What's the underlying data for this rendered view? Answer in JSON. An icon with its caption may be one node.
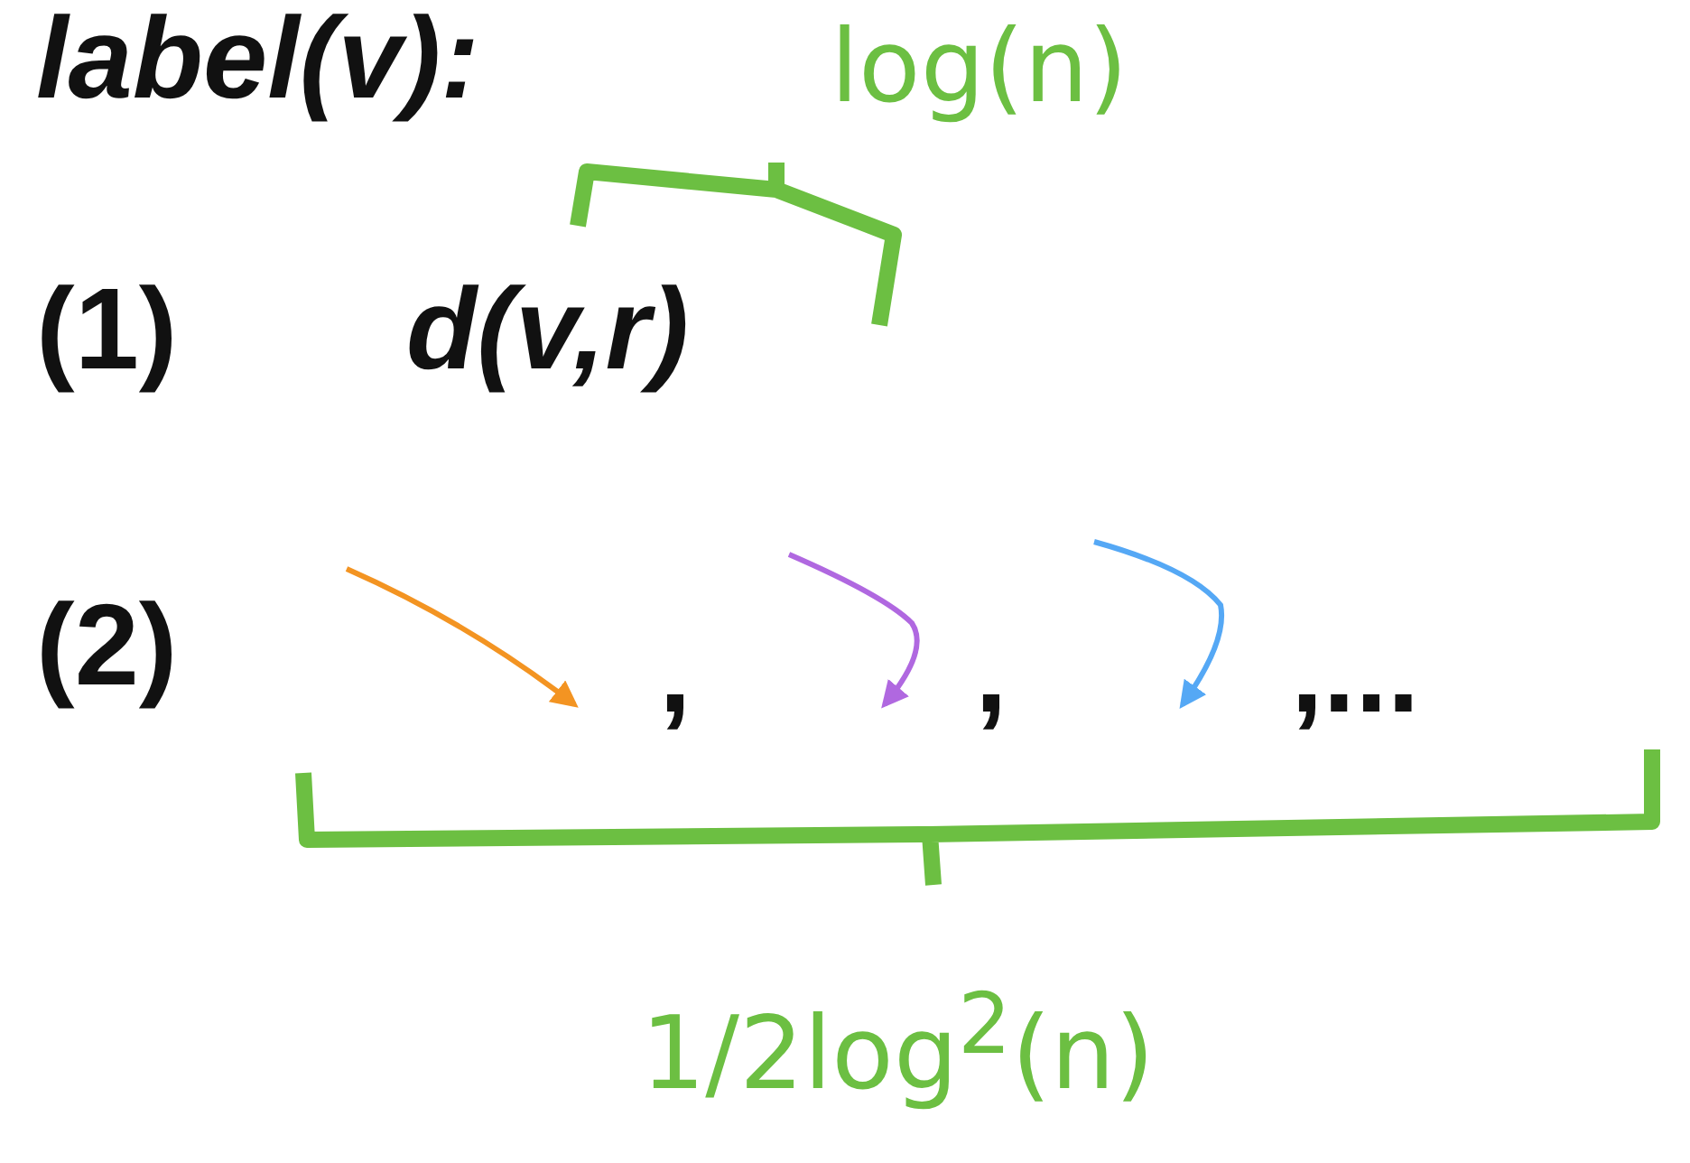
{
  "diagram": {
    "title": "label(v):",
    "labels": [
      "log(n)",
      "(1)",
      "d(v,r)",
      "(2)",
      ",",
      ",",
      ",...",
      "1/2log$^{2}$(n)"
    ]
  }
}
